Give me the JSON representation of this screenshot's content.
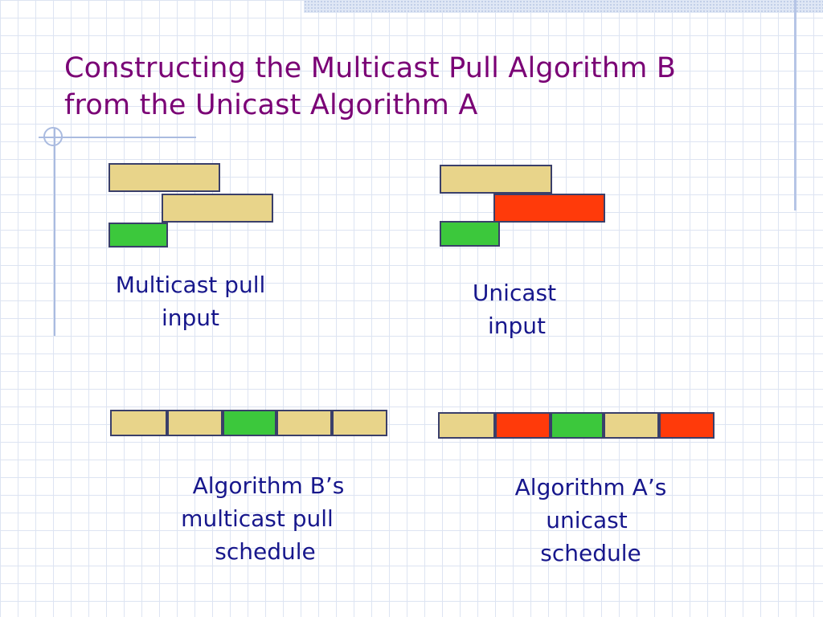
{
  "slide": {
    "title_line1": "Constructing the Multicast Pull Algorithm B",
    "title_line2": "from the Unicast Algorithm A"
  },
  "colors": {
    "tan": "#e8d48a",
    "red": "#ff3a0a",
    "green": "#3cc83c",
    "border": "#3a3f6a",
    "title": "#7a0075",
    "caption": "#17178c"
  },
  "multicast_input": {
    "caption_line1": "Multicast pull",
    "caption_line2": "input",
    "bars": [
      "tan",
      "tan",
      "green"
    ]
  },
  "unicast_input": {
    "caption_line1": "Unicast",
    "caption_line2": "input",
    "bars": [
      "tan",
      "red",
      "green"
    ]
  },
  "multicast_schedule": {
    "caption_line1": "Algorithm B’s",
    "caption_line2": "multicast pull",
    "caption_line3": "schedule",
    "blocks": [
      "tan",
      "tan",
      "green",
      "tan",
      "tan"
    ]
  },
  "unicast_schedule": {
    "caption_line1": "Algorithm A’s",
    "caption_line2": "unicast",
    "caption_line3": "schedule",
    "blocks": [
      "tan",
      "red",
      "green",
      "tan",
      "red"
    ]
  }
}
